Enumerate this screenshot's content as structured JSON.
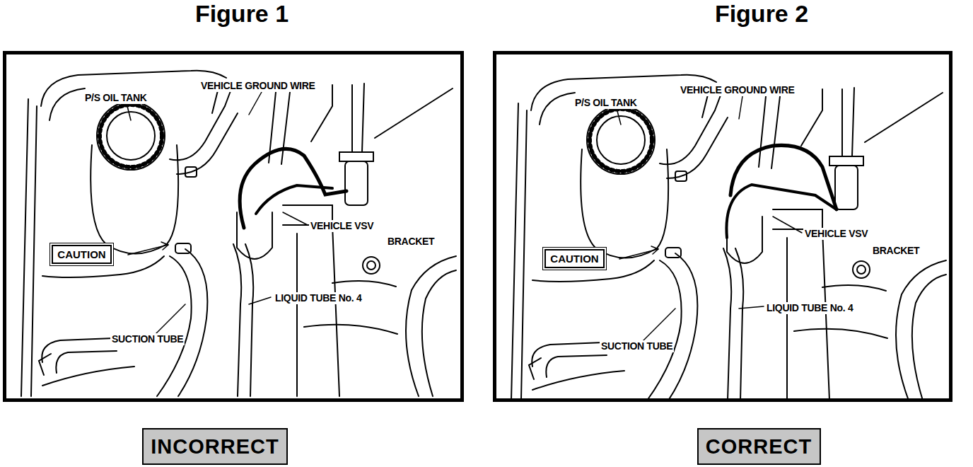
{
  "diagram": {
    "nodes": [
      {
        "text": [
          "Figure 1"
        ]
      },
      {
        "text": [
          "CAUTION"
        ],
        "in": 0
      },
      {
        "text": [
          "Figure 2"
        ]
      },
      {
        "text": [
          "CAUTION"
        ],
        "in": 2
      },
      {
        "text": [
          "INCORRECT"
        ]
      },
      {
        "text": [
          "CORRECT"
        ]
      }
    ],
    "labels": [
      "P/S OIL TANK",
      "VEHICLE GROUND WIRE",
      "VEHICLE VSV",
      "BRACKET",
      "LIQUID TUBE No. 4",
      "SUCTION TUBE",
      "P/S OIL TANK",
      "VEHICLE GROUND WIRE",
      "VEHICLE VSV",
      "BRACKET",
      "LIQUID TUBE No. 4",
      "SUCTION TUBE"
    ]
  }
}
